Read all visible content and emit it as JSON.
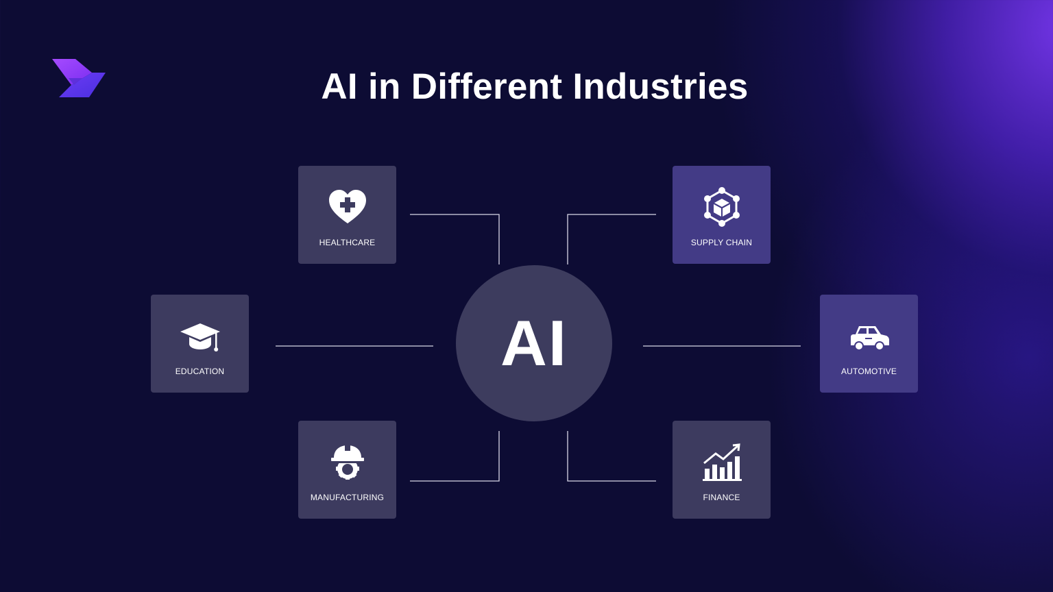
{
  "title": "AI in Different Industries",
  "hub": {
    "label": "AI"
  },
  "industries": {
    "healthcare": {
      "label": "HEALTHCARE",
      "icon": "heart-plus-icon"
    },
    "supply_chain": {
      "label": "SUPPLY CHAIN",
      "icon": "network-cube-icon"
    },
    "education": {
      "label": "EDUCATION",
      "icon": "graduation-cap-icon"
    },
    "automotive": {
      "label": "AUTOMOTIVE",
      "icon": "car-icon"
    },
    "manufacturing": {
      "label": "MANUFACTURING",
      "icon": "hardhat-gear-icon"
    },
    "finance": {
      "label": "FINANCE",
      "icon": "bar-chart-growth-icon"
    }
  },
  "colors": {
    "background": "#0d0c34",
    "glow": "#7837f0",
    "card": "#3d3b5f",
    "card_tint": "#433b86",
    "hub": "#3d3c5e",
    "connector": "#ffffff",
    "text": "#ffffff"
  }
}
